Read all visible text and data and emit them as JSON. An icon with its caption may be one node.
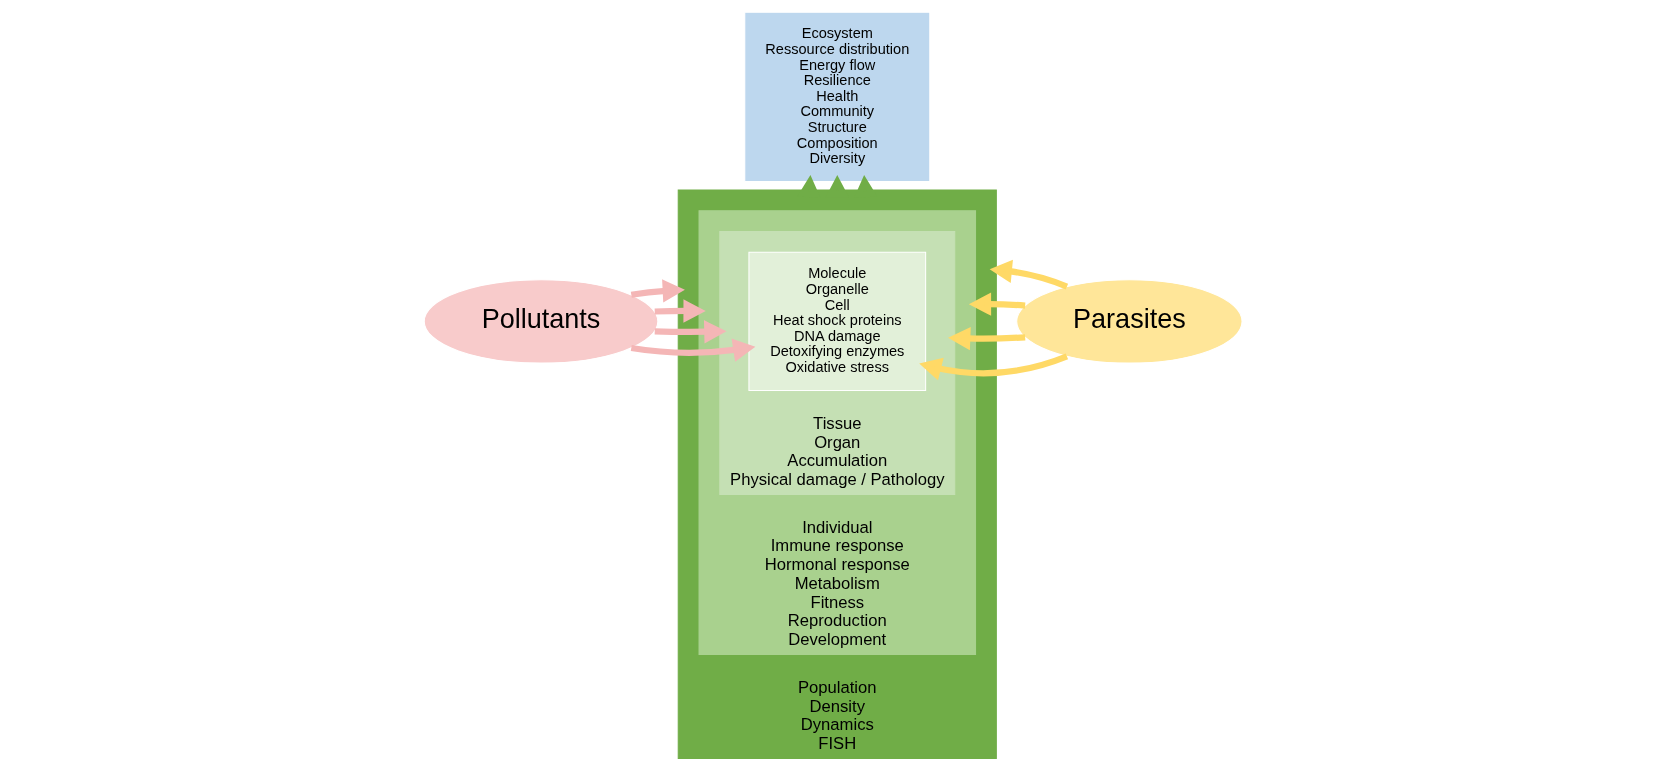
{
  "diagram": {
    "nodes": [
      {
        "text": [
          "Ecosystem",
          "Ressource distribution",
          "Energy flow",
          "Resilience",
          "Health",
          "Community",
          "Structure",
          "Composition",
          "Diversity"
        ]
      },
      {
        "text": [
          "Population",
          "Density",
          "Dynamics",
          "FISH"
        ]
      },
      {
        "text": [
          "Individual",
          "Immune response",
          "Hormonal response",
          "Metabolism",
          "Fitness",
          "Reproduction",
          "Development"
        ],
        "in": 1
      },
      {
        "text": [
          "Tissue",
          "Organ",
          "Accumulation",
          "Physical damage / Pathology"
        ],
        "in": 2
      },
      {
        "text": [
          "Molecule",
          "Organelle",
          "Cell",
          "Heat shock proteins",
          "DNA damage",
          "Detoxifying enzymes",
          "Oxidative stress"
        ],
        "in": 3
      },
      {
        "text": [
          "Pollutants"
        ]
      },
      {
        "text": [
          "Parasites"
        ]
      }
    ],
    "edges": [
      {
        "from": 1,
        "to": 0,
        "arrow": "to",
        "color": "#70ad47"
      },
      {
        "from": 1,
        "to": 0,
        "arrow": "to",
        "color": "#70ad47"
      },
      {
        "from": 1,
        "to": 0,
        "arrow": "to",
        "color": "#70ad47"
      },
      {
        "from": 5,
        "to": 1,
        "arrow": "to",
        "color": "#f4b6b6"
      },
      {
        "from": 5,
        "to": 2,
        "arrow": "to",
        "color": "#f4b6b6"
      },
      {
        "from": 5,
        "to": 3,
        "arrow": "to",
        "color": "#f4b6b6"
      },
      {
        "from": 5,
        "to": 4,
        "arrow": "to",
        "color": "#f4b6b6"
      },
      {
        "from": 6,
        "to": 1,
        "arrow": "to",
        "color": "#ffd966"
      },
      {
        "from": 6,
        "to": 2,
        "arrow": "to",
        "color": "#ffd966"
      },
      {
        "from": 6,
        "to": 3,
        "arrow": "to",
        "color": "#ffd966"
      },
      {
        "from": 6,
        "to": 4,
        "arrow": "to",
        "color": "#ffd966"
      }
    ]
  }
}
